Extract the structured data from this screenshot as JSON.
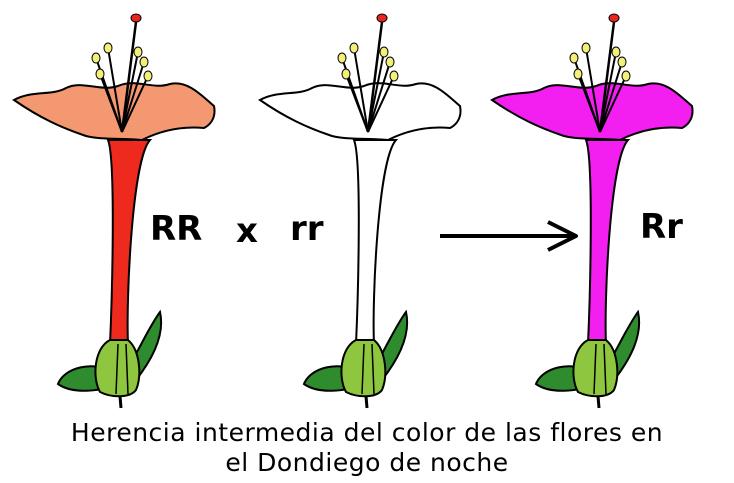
{
  "diagram": {
    "flowers": [
      {
        "petal_color": "#f49872",
        "tube_color": "#ee2a1e"
      },
      {
        "petal_color": "#ffffff",
        "tube_color": "#ffffff"
      },
      {
        "petal_color": "#f21ff0",
        "tube_color": "#f21ff0"
      }
    ],
    "genotype_left": "RR",
    "cross_symbol": "x",
    "genotype_right": "rr",
    "genotype_offspring": "Rr",
    "arrow_icon": "arrow-right-icon",
    "calyx_color": "#8ec63f",
    "leaf_color": "#2e8b2e",
    "anther_color": "#f3f07a",
    "stigma_color": "#e8261e"
  },
  "caption": {
    "line1": "Herencia intermedia del color de las flores  en",
    "line2": "el Dondiego de noche"
  }
}
